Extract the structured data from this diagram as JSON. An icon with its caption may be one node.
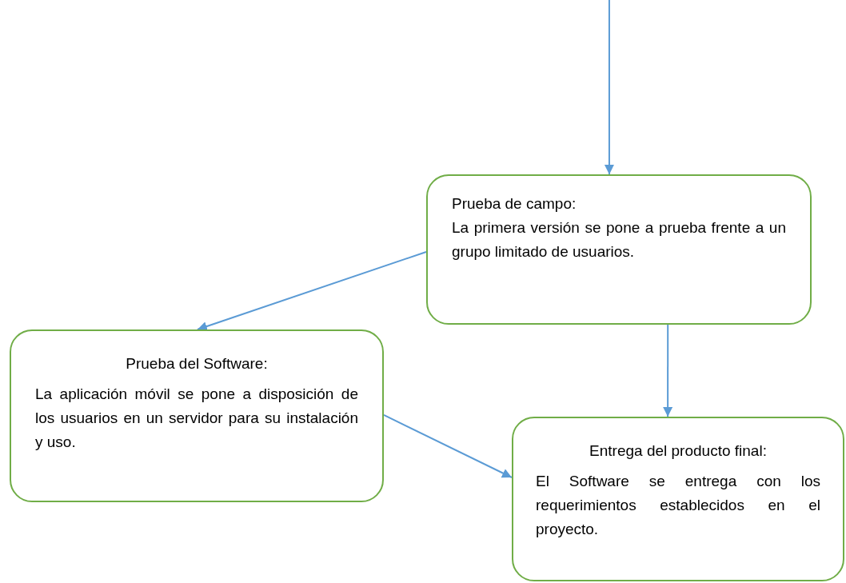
{
  "diagram": {
    "nodes": [
      {
        "text": [
          "Prueba de campo:",
          "La primera versión se pone a prueba frente a un grupo limitado de usuarios."
        ]
      },
      {
        "text": [
          "Prueba del Software:",
          "La aplicación móvil se pone a disposición de los usuarios en un servidor para su instalación y uso."
        ]
      },
      {
        "text": [
          "Entrega del producto final:",
          "El Software se entrega con los requerimientos establecidos en el proyecto."
        ]
      }
    ],
    "edges": [
      {
        "from": null,
        "to": 0,
        "arrow": "to"
      },
      {
        "from": 0,
        "to": 1,
        "arrow": "to"
      },
      {
        "from": 0,
        "to": 2,
        "arrow": "to"
      },
      {
        "from": 1,
        "to": 2,
        "arrow": "to"
      }
    ]
  }
}
